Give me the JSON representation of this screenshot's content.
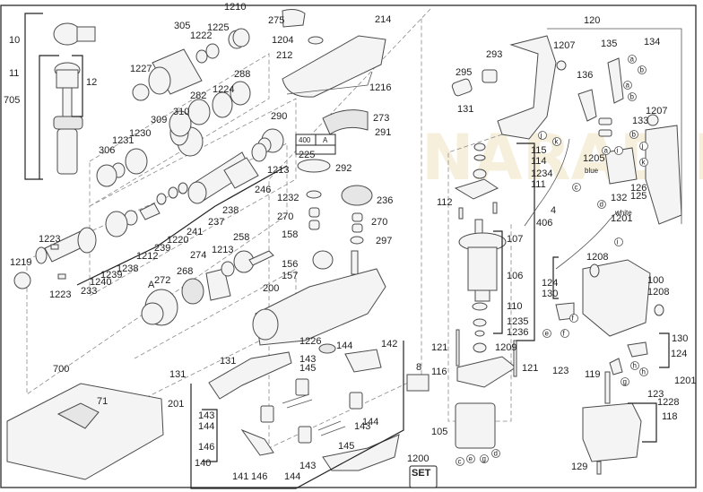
{
  "diagram": {
    "title": "Rotary hammer exploded parts diagram",
    "watermark": "NARAD MARAZ",
    "labels": [
      {
        "id": "10",
        "text": "10"
      },
      {
        "id": "11",
        "text": "11"
      },
      {
        "id": "12",
        "text": "12"
      },
      {
        "id": "705",
        "text": "705"
      },
      {
        "id": "305",
        "text": "305"
      },
      {
        "id": "1222",
        "text": "1222"
      },
      {
        "id": "1225",
        "text": "1225"
      },
      {
        "id": "1210",
        "text": "1210"
      },
      {
        "id": "1227",
        "text": "1227"
      },
      {
        "id": "288",
        "text": "288"
      },
      {
        "id": "282",
        "text": "282"
      },
      {
        "id": "1224",
        "text": "1224"
      },
      {
        "id": "309",
        "text": "309"
      },
      {
        "id": "310",
        "text": "310"
      },
      {
        "id": "1230",
        "text": "1230"
      },
      {
        "id": "1231",
        "text": "1231"
      },
      {
        "id": "306",
        "text": "306"
      },
      {
        "id": "290",
        "text": "290"
      },
      {
        "id": "1213a",
        "text": "1213"
      },
      {
        "id": "246",
        "text": "246"
      },
      {
        "id": "238a",
        "text": "238"
      },
      {
        "id": "237",
        "text": "237"
      },
      {
        "id": "241",
        "text": "241"
      },
      {
        "id": "1220",
        "text": "1220"
      },
      {
        "id": "239",
        "text": "239"
      },
      {
        "id": "1212",
        "text": "1212"
      },
      {
        "id": "1238",
        "text": "1238"
      },
      {
        "id": "1239",
        "text": "1239"
      },
      {
        "id": "1240",
        "text": "1240"
      },
      {
        "id": "233",
        "text": "233"
      },
      {
        "id": "1223a",
        "text": "1223"
      },
      {
        "id": "1223b",
        "text": "1223"
      },
      {
        "id": "1219",
        "text": "1219"
      },
      {
        "id": "272",
        "text": "272"
      },
      {
        "id": "A1",
        "text": "A"
      },
      {
        "id": "268",
        "text": "268"
      },
      {
        "id": "274",
        "text": "274"
      },
      {
        "id": "1213b",
        "text": "1213"
      },
      {
        "id": "258",
        "text": "258"
      },
      {
        "id": "275",
        "text": "275"
      },
      {
        "id": "1204",
        "text": "1204"
      },
      {
        "id": "212",
        "text": "212"
      },
      {
        "id": "214",
        "text": "214"
      },
      {
        "id": "1216",
        "text": "1216"
      },
      {
        "id": "273",
        "text": "273"
      },
      {
        "id": "291",
        "text": "291"
      },
      {
        "id": "292",
        "text": "292"
      },
      {
        "id": "225",
        "text": "225"
      },
      {
        "id": "1232",
        "text": "1232"
      },
      {
        "id": "270a",
        "text": "270"
      },
      {
        "id": "270b",
        "text": "270"
      },
      {
        "id": "236",
        "text": "236"
      },
      {
        "id": "297",
        "text": "297"
      },
      {
        "id": "158",
        "text": "158"
      },
      {
        "id": "156",
        "text": "156"
      },
      {
        "id": "157",
        "text": "157"
      },
      {
        "id": "200",
        "text": "200"
      },
      {
        "id": "1226",
        "text": "1226"
      },
      {
        "id": "144a",
        "text": "144"
      },
      {
        "id": "142",
        "text": "142"
      },
      {
        "id": "131a",
        "text": "131"
      },
      {
        "id": "131b",
        "text": "131"
      },
      {
        "id": "201",
        "text": "201"
      },
      {
        "id": "143a",
        "text": "143"
      },
      {
        "id": "145a",
        "text": "145"
      },
      {
        "id": "143b",
        "text": "143"
      },
      {
        "id": "144b",
        "text": "144"
      },
      {
        "id": "146a",
        "text": "146"
      },
      {
        "id": "140",
        "text": "140"
      },
      {
        "id": "141",
        "text": "141"
      },
      {
        "id": "146b",
        "text": "146"
      },
      {
        "id": "144c",
        "text": "144"
      },
      {
        "id": "143c",
        "text": "143"
      },
      {
        "id": "145b",
        "text": "145"
      },
      {
        "id": "143d",
        "text": "143"
      },
      {
        "id": "144d",
        "text": "144"
      },
      {
        "id": "8",
        "text": "8"
      },
      {
        "id": "1200",
        "text": "1200"
      },
      {
        "id": "700",
        "text": "700"
      },
      {
        "id": "71",
        "text": "71"
      },
      {
        "id": "295",
        "text": "295"
      },
      {
        "id": "293",
        "text": "293"
      },
      {
        "id": "131c",
        "text": "131"
      },
      {
        "id": "1207a",
        "text": "1207"
      },
      {
        "id": "120",
        "text": "120"
      },
      {
        "id": "135",
        "text": "135"
      },
      {
        "id": "134",
        "text": "134"
      },
      {
        "id": "136",
        "text": "136"
      },
      {
        "id": "133",
        "text": "133"
      },
      {
        "id": "1207b",
        "text": "1207"
      },
      {
        "id": "115",
        "text": "115"
      },
      {
        "id": "114",
        "text": "114"
      },
      {
        "id": "1234",
        "text": "1234"
      },
      {
        "id": "111",
        "text": "111"
      },
      {
        "id": "112",
        "text": "112"
      },
      {
        "id": "406",
        "text": "406"
      },
      {
        "id": "107",
        "text": "107"
      },
      {
        "id": "106",
        "text": "106"
      },
      {
        "id": "110",
        "text": "110"
      },
      {
        "id": "1235",
        "text": "1235"
      },
      {
        "id": "1236",
        "text": "1236"
      },
      {
        "id": "1209",
        "text": "1209"
      },
      {
        "id": "121a",
        "text": "121"
      },
      {
        "id": "121b",
        "text": "121"
      },
      {
        "id": "116",
        "text": "116"
      },
      {
        "id": "105",
        "text": "105"
      },
      {
        "id": "1205",
        "text": "1205"
      },
      {
        "id": "4",
        "text": "4"
      },
      {
        "id": "132",
        "text": "132"
      },
      {
        "id": "126",
        "text": "126"
      },
      {
        "id": "125",
        "text": "125"
      },
      {
        "id": "1201a",
        "text": "1201"
      },
      {
        "id": "1208a",
        "text": "1208"
      },
      {
        "id": "100",
        "text": "100"
      },
      {
        "id": "1208b",
        "text": "1208"
      },
      {
        "id": "124a",
        "text": "124"
      },
      {
        "id": "130a",
        "text": "130"
      },
      {
        "id": "123a",
        "text": "123"
      },
      {
        "id": "130b",
        "text": "130"
      },
      {
        "id": "124b",
        "text": "124"
      },
      {
        "id": "1201b",
        "text": "1201"
      },
      {
        "id": "119",
        "text": "119"
      },
      {
        "id": "123b",
        "text": "123"
      },
      {
        "id": "1228",
        "text": "1228"
      },
      {
        "id": "118",
        "text": "118"
      },
      {
        "id": "129",
        "text": "129"
      }
    ],
    "wire_labels": {
      "blue": "blue",
      "white": "white"
    },
    "connector_letters": [
      "a",
      "b",
      "c",
      "d",
      "e",
      "f",
      "g",
      "h",
      "i",
      "j",
      "k"
    ],
    "kit_box": {
      "code": "400",
      "letter": "A"
    },
    "set_badge": {
      "text": "SET"
    }
  }
}
